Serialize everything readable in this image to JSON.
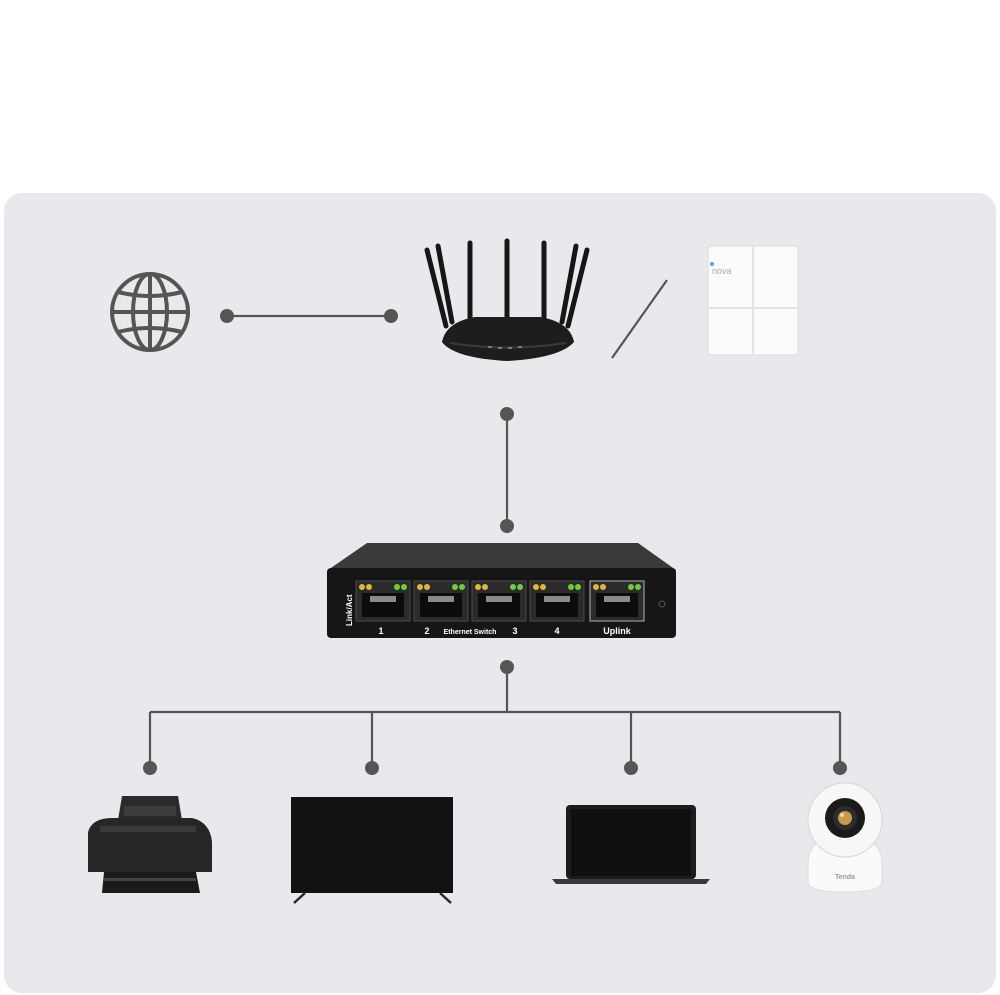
{
  "diagram": {
    "switch": {
      "side_label": "Link/Act",
      "center_label": "Ethernet Switch",
      "ports": [
        "1",
        "2",
        "3",
        "4",
        "Uplink"
      ]
    },
    "router": {
      "led_label": ""
    },
    "mesh": {
      "brand": "nova"
    },
    "camera": {
      "brand": "Tenda"
    },
    "colors": {
      "panel": "#e7e9ec",
      "line": "#555555",
      "device_dark": "#1a1a1a",
      "led_green": "#6ccf3a",
      "led_amber": "#e2b43a"
    },
    "nodes": [
      "globe-icon",
      "router",
      "mesh-wifi-node",
      "ethernet-switch",
      "printer",
      "television",
      "laptop",
      "security-camera"
    ]
  }
}
